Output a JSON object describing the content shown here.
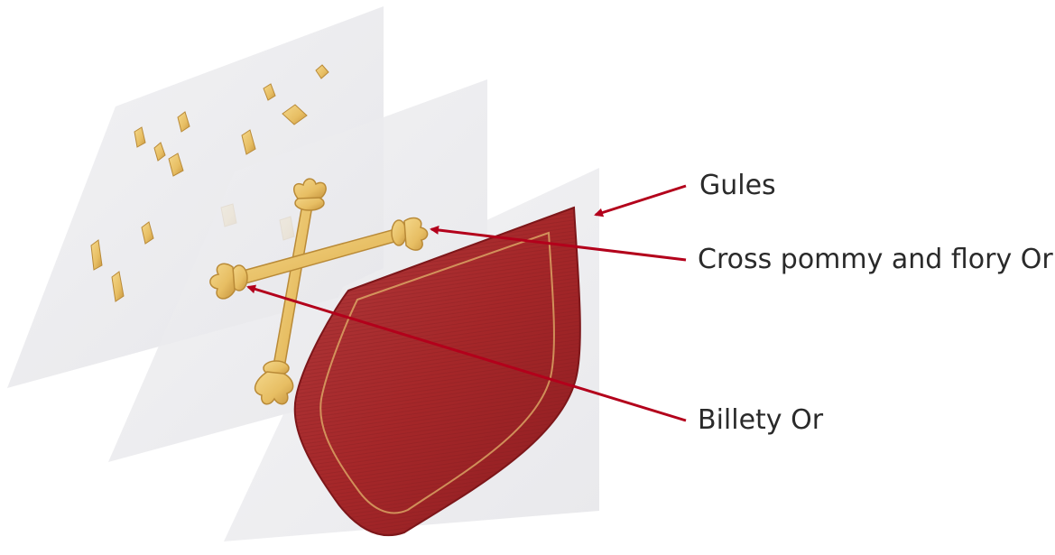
{
  "colors": {
    "gules": "#a8292b",
    "or": "#e8c06a",
    "or_shadow": "#b98a37",
    "arrow": "#b3001b",
    "layer_fill": "#e9e9ec",
    "text": "#2a2a2a"
  },
  "layers": [
    "billety-layer",
    "cross-layer",
    "field-layer"
  ],
  "labels": [
    {
      "id": "gules",
      "text": "Gules"
    },
    {
      "id": "cross",
      "text": "Cross pommy and flory Or"
    },
    {
      "id": "billety",
      "text": "Billety Or"
    }
  ]
}
